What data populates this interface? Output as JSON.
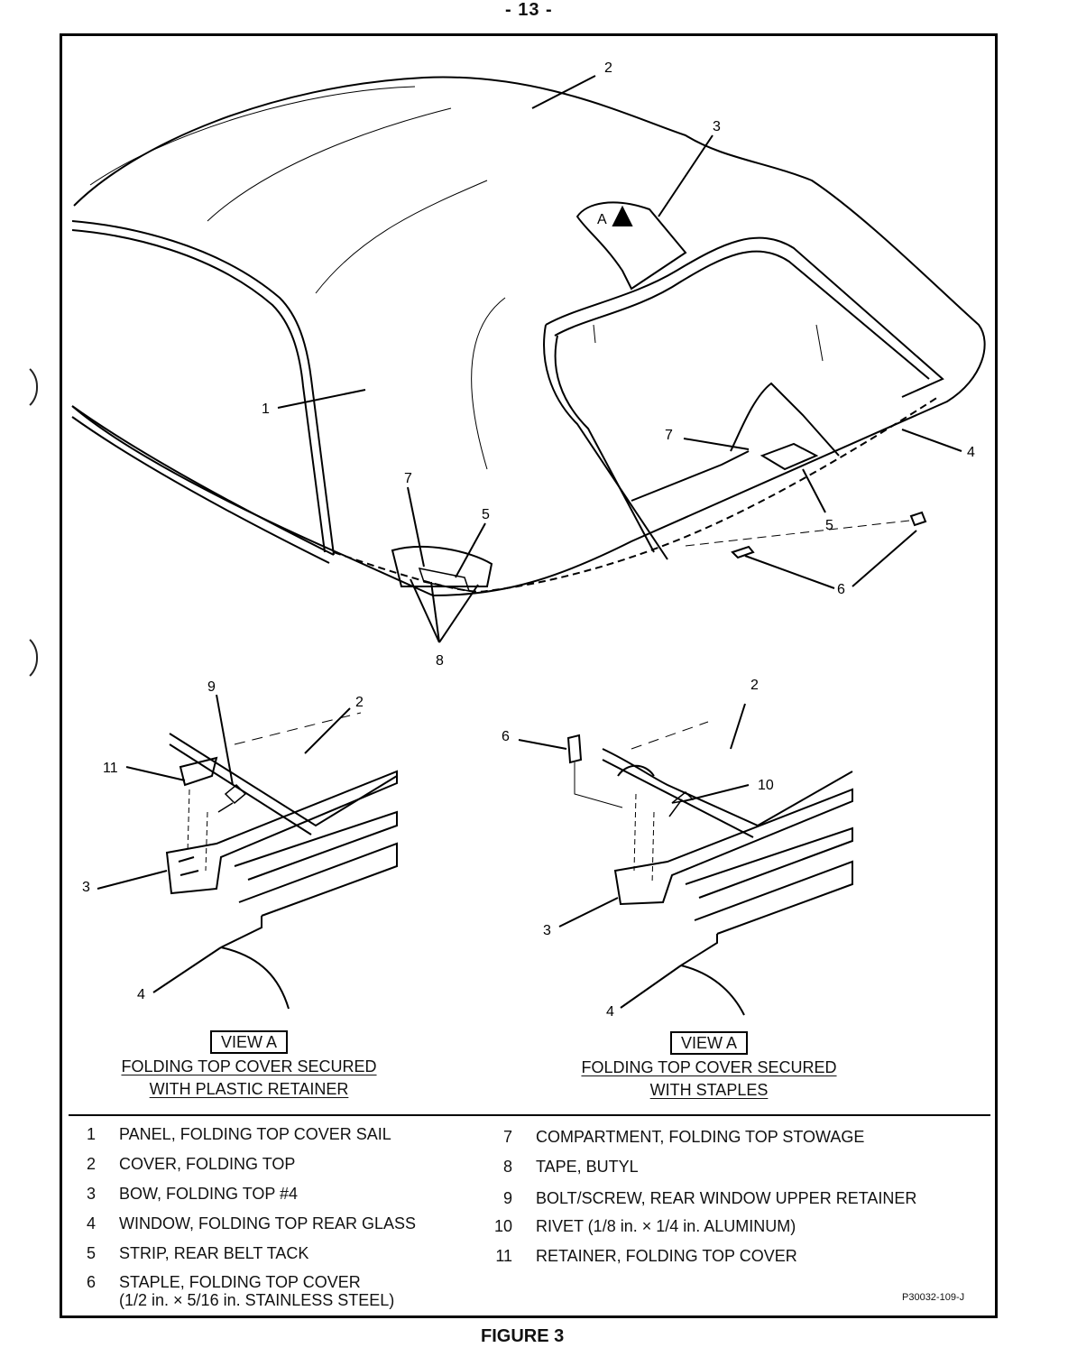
{
  "page": {
    "number": "- 13 -",
    "figure": "FIGURE 3",
    "code": "P30032-109-J"
  },
  "callouts": {
    "main": [
      "2",
      "3",
      "1",
      "7",
      "4",
      "7",
      "5",
      "5",
      "6",
      "8"
    ],
    "view_left": [
      "9",
      "2",
      "11",
      "3",
      "4"
    ],
    "view_right": [
      "2",
      "6",
      "10",
      "3",
      "4"
    ],
    "main_arrow_label": "A"
  },
  "views": [
    {
      "box": "VIEW A",
      "line1": "FOLDING TOP COVER SECURED",
      "line2": "WITH PLASTIC RETAINER"
    },
    {
      "box": "VIEW A",
      "line1": "FOLDING TOP COVER SECURED",
      "line2": "WITH STAPLES"
    }
  ],
  "legend": [
    {
      "num": "1",
      "text": "PANEL, FOLDING TOP COVER SAIL"
    },
    {
      "num": "2",
      "text": "COVER, FOLDING TOP"
    },
    {
      "num": "3",
      "text": "BOW, FOLDING TOP #4"
    },
    {
      "num": "4",
      "text": "WINDOW, FOLDING TOP REAR GLASS"
    },
    {
      "num": "5",
      "text": "STRIP, REAR BELT TACK"
    },
    {
      "num": "6",
      "text": "STAPLE, FOLDING TOP COVER",
      "sub": "(1/2 in. × 5/16 in. STAINLESS STEEL)"
    },
    {
      "num": "7",
      "text": "COMPARTMENT, FOLDING TOP STOWAGE"
    },
    {
      "num": "8",
      "text": "TAPE, BUTYL"
    },
    {
      "num": "9",
      "text": "BOLT/SCREW, REAR WINDOW UPPER RETAINER"
    },
    {
      "num": "10",
      "text": "RIVET (1/8 in. × 1/4 in. ALUMINUM)"
    },
    {
      "num": "11",
      "text": "RETAINER, FOLDING TOP COVER"
    }
  ]
}
